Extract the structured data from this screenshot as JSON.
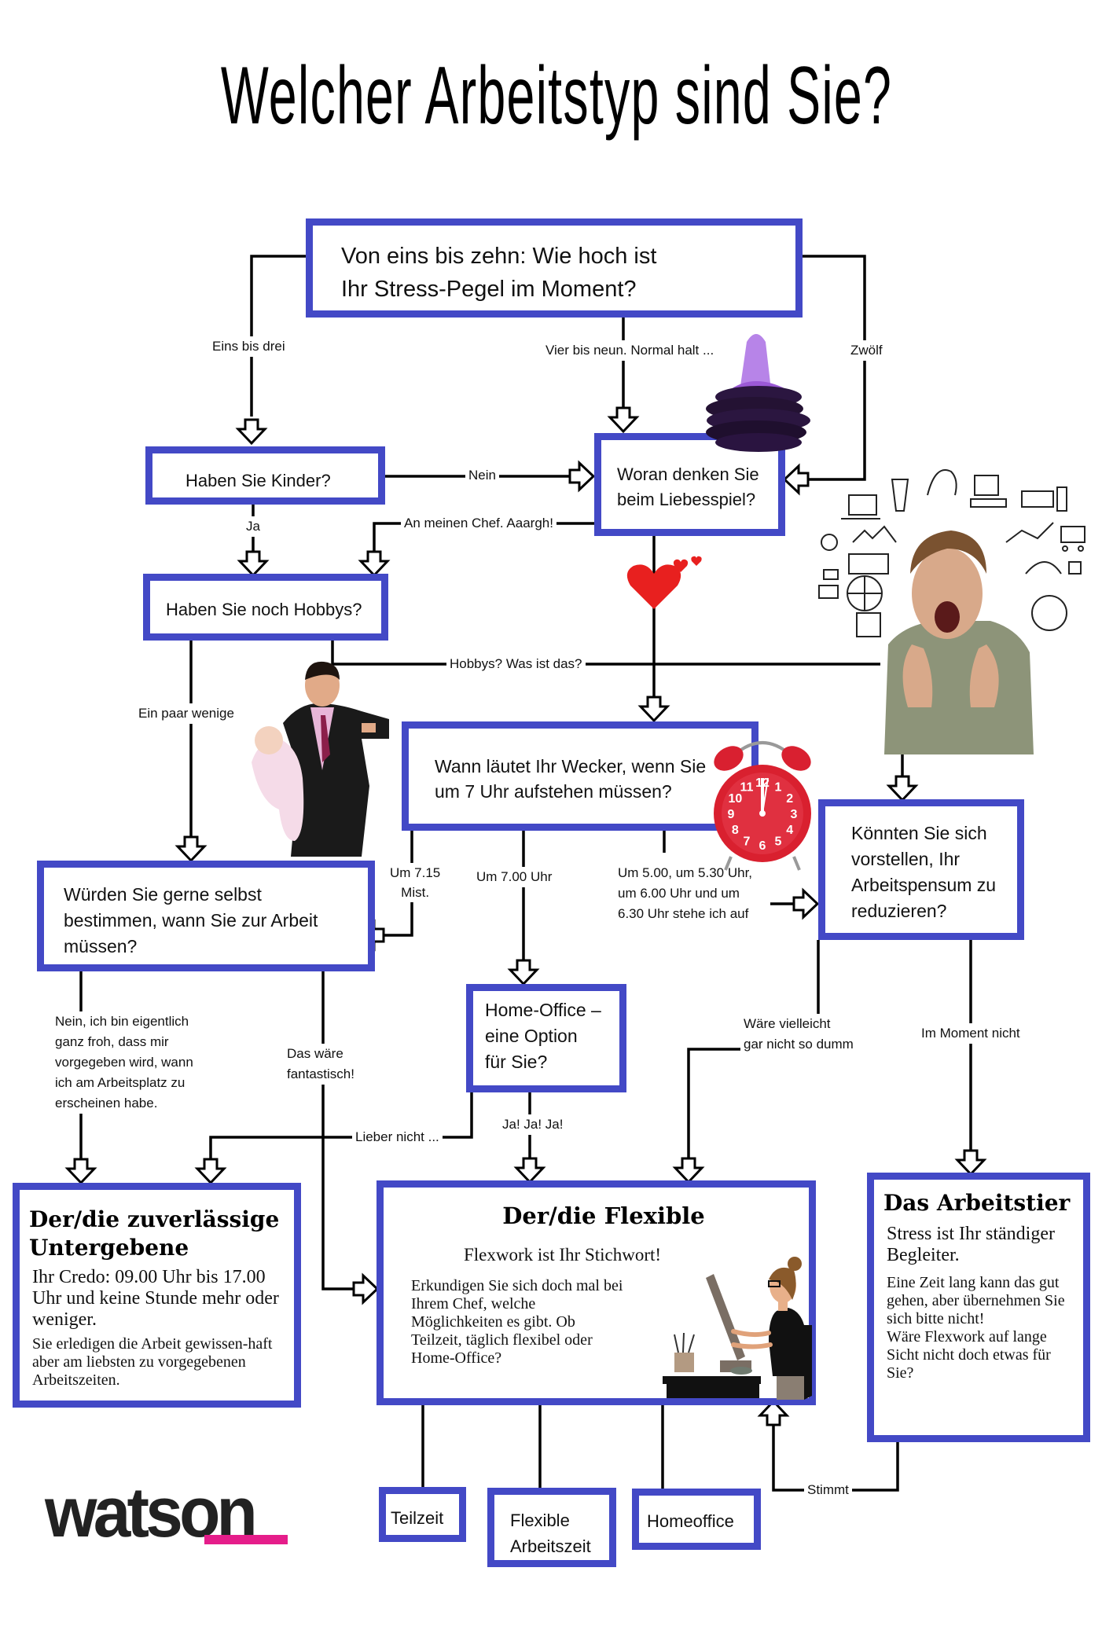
{
  "title": "Welcher Arbeitstyp sind Sie?",
  "colors": {
    "box_border": "#4349c6",
    "logo_accent": "#e51d8a",
    "line": "#000000"
  },
  "questions": {
    "stress": {
      "line1": "Von eins bis zehn: Wie hoch ist",
      "line2": "Ihr Stress-Pegel im Moment?"
    },
    "kinder": "Haben Sie Kinder?",
    "liebesspiel": {
      "line1": "Woran denken Sie",
      "line2": "beim Liebesspiel?"
    },
    "hobbys": "Haben Sie noch Hobbys?",
    "wecker": {
      "line1": "Wann läutet Ihr Wecker, wenn Sie",
      "line2": "um 7 Uhr aufstehen müssen?"
    },
    "selbst": {
      "line1": "Würden Sie gerne selbst",
      "line2": "bestimmen, wann Sie zur Arbeit",
      "line3": "müssen?"
    },
    "reduzieren": {
      "line1": "Könnten Sie sich",
      "line2": "vorstellen, Ihr",
      "line3": "Arbeitspensum zu",
      "line4": "reduzieren?"
    },
    "homeoffice": {
      "line1": "Home-Office –",
      "line2": "eine Option",
      "line3": "für Sie?"
    }
  },
  "answers": {
    "eins_bis_drei": "Eins bis drei",
    "vier_bis_neun": "Vier bis neun. Normal halt ...",
    "zwoelf": "Zwölf",
    "nein": "Nein",
    "ja": "Ja",
    "chef": "An meinen Chef. Aaargh!",
    "was_ist_das": "Hobbys? Was ist das?",
    "paar_wenige": "Ein paar wenige",
    "um_715": {
      "line1": "Um 7.15",
      "line2": "Mist."
    },
    "um_700": "Um 7.00 Uhr",
    "frueh": {
      "line1": "Um 5.00, um 5.30 Uhr,",
      "line2": "um 6.00 Uhr und um",
      "line3": "6.30 Uhr stehe ich auf"
    },
    "nein_froh": {
      "line1": "Nein, ich bin eigentlich",
      "line2": "ganz froh, dass mir",
      "line3": "vorgegeben wird, wann",
      "line4": "ich am Arbeitsplatz zu",
      "line5": "erscheinen habe."
    },
    "fantastisch": {
      "line1": "Das wäre",
      "line2": "fantastisch!"
    },
    "lieber_nicht": "Lieber nicht ...",
    "ja_ja_ja": "Ja! Ja! Ja!",
    "vielleicht": {
      "line1": "Wäre vielleicht",
      "line2": "gar nicht so dumm"
    },
    "im_moment_nicht": "Im Moment nicht",
    "stimmt": "Stimmt"
  },
  "results": {
    "untergebene": {
      "title_line1": "Der/die zuverlässige",
      "title_line2": "Untergebene",
      "sub": "Ihr Credo: 09.00 Uhr bis 17.00 Uhr und keine Stunde mehr oder weniger.",
      "body": "Sie erledigen die Arbeit gewissen-haft aber am liebsten zu vorgegebenen Arbeitszeiten."
    },
    "flexible": {
      "title": "Der/die Flexible",
      "sub": "Flexwork ist Ihr Stichwort!",
      "body": "Erkundigen Sie sich doch mal bei Ihrem Chef, welche Möglichkeiten es gibt. Ob Teilzeit, täglich flexibel oder Home-Office?"
    },
    "arbeitstier": {
      "title": "Das Arbeitstier",
      "sub": "Stress ist Ihr ständiger Begleiter.",
      "body1": "Eine Zeit lang kann das gut gehen, aber übernehmen Sie sich bitte nicht!",
      "body2": "Wäre Flexwork auf lange Sicht nicht doch etwas für Sie?"
    }
  },
  "options": {
    "teilzeit": "Teilzeit",
    "flexible_az": {
      "line1": "Flexible",
      "line2": "Arbeitszeit"
    },
    "homeoffice": "Homeoffice"
  },
  "logo": "watson",
  "clock_numbers": [
    "12",
    "1",
    "2",
    "3",
    "4",
    "5",
    "6",
    "7",
    "8",
    "9",
    "10",
    "11"
  ]
}
